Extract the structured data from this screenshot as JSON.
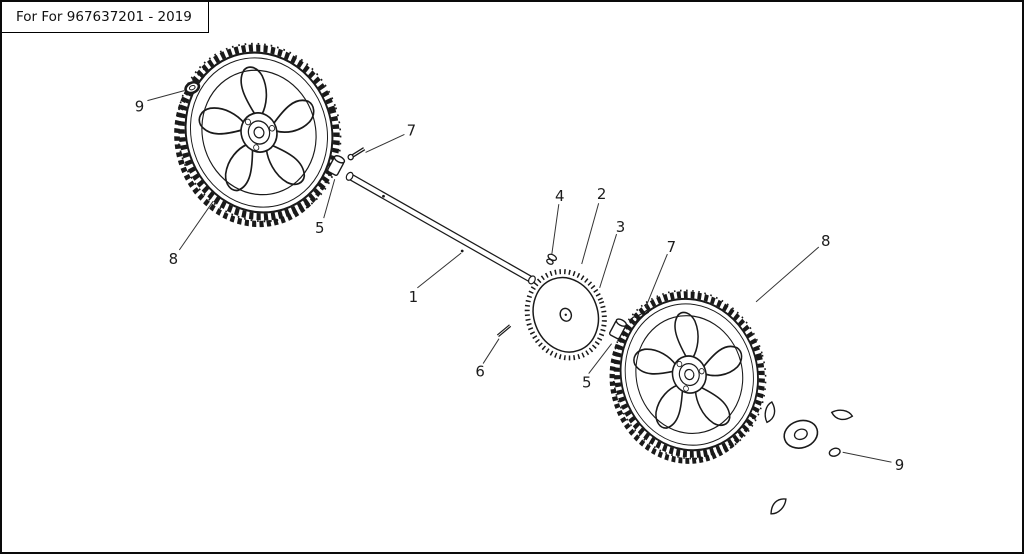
{
  "header": {
    "title": "For For 967637201 - 2019"
  },
  "diagram": {
    "part_labels": [
      {
        "text": "9"
      },
      {
        "text": "8"
      },
      {
        "text": "5"
      },
      {
        "text": "7"
      },
      {
        "text": "1"
      },
      {
        "text": "4"
      },
      {
        "text": "2"
      },
      {
        "text": "3"
      },
      {
        "text": "7"
      },
      {
        "text": "6"
      },
      {
        "text": "5"
      },
      {
        "text": "8"
      },
      {
        "text": "9"
      }
    ]
  },
  "colors": {
    "line": "#1a1a1a",
    "background": "#ffffff",
    "border": "#000000"
  }
}
